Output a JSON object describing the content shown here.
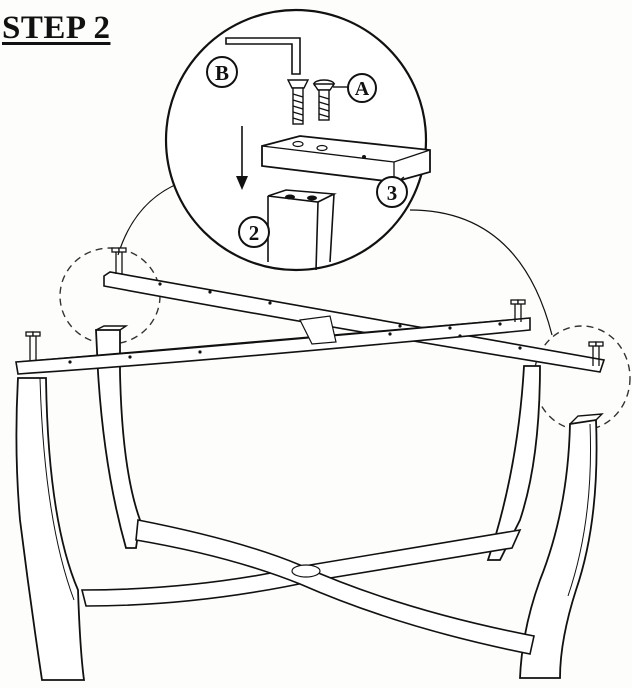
{
  "step": {
    "title": "STEP 2"
  },
  "callouts": {
    "allen_key": "B",
    "bolt": "A",
    "leg": "2",
    "rail": "3"
  },
  "colors": {
    "ink": "#111111",
    "paper": "#fdfdfb",
    "shade": "#d9d9d6"
  }
}
